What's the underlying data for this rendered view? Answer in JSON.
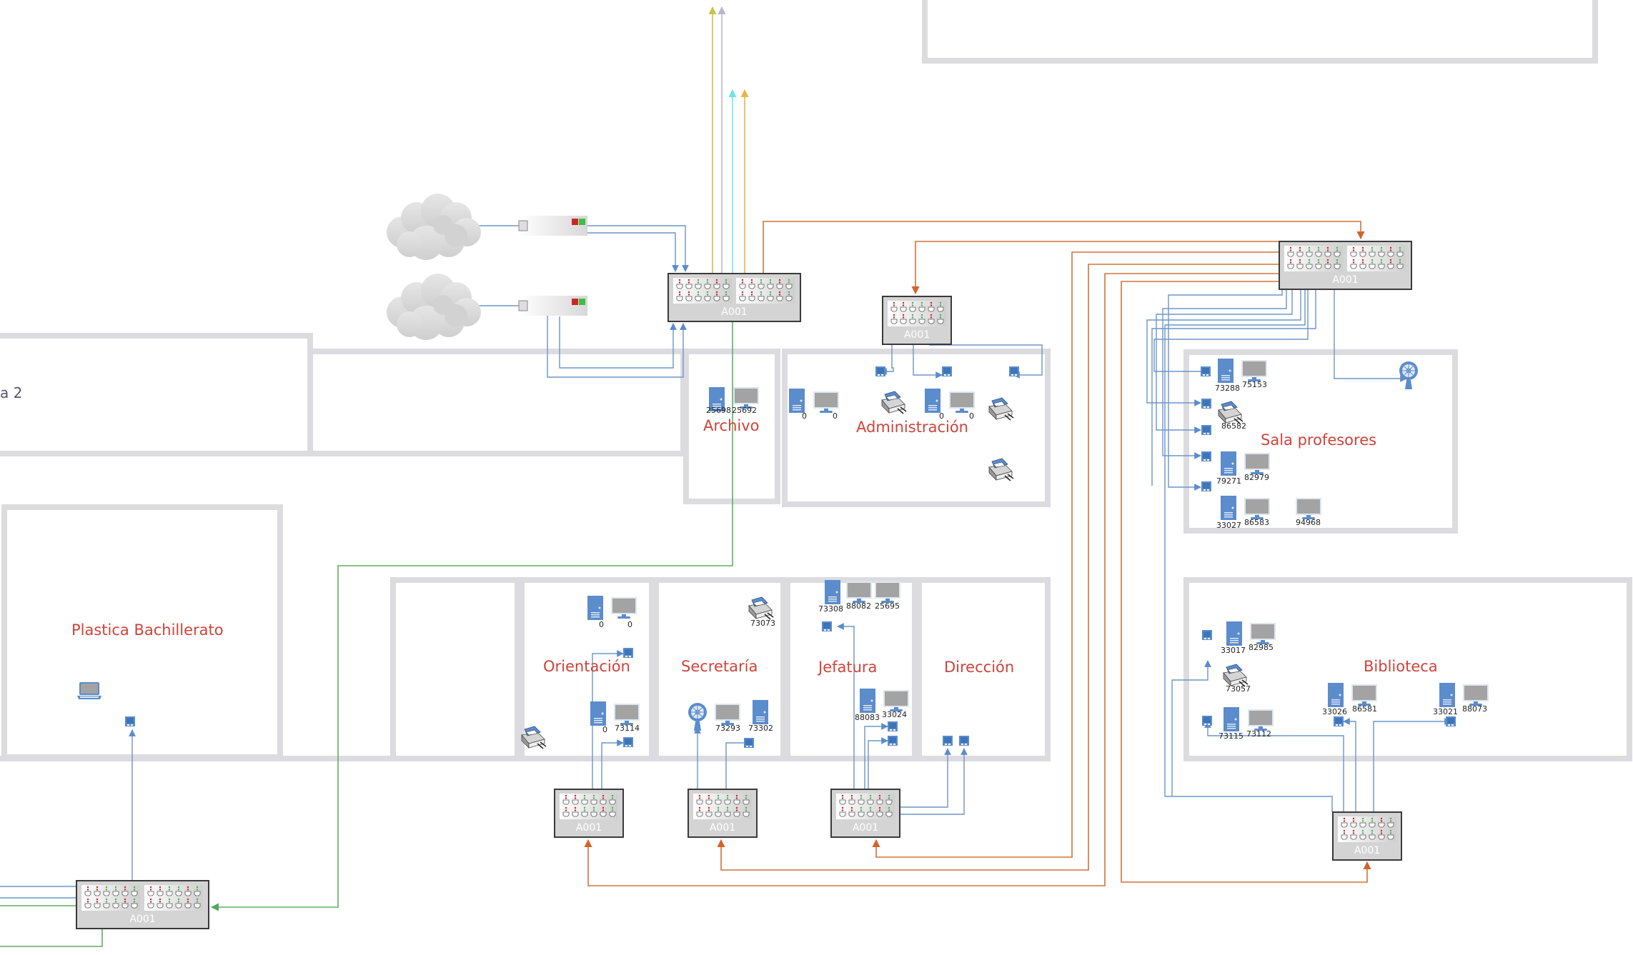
{
  "diagram": {
    "type": "network floor plan",
    "switch_label": "A001",
    "colors": {
      "wall": "#dcdce0",
      "room_label": "#d0433a",
      "lan_link": "#6d95c8",
      "trunk_link": "#d2723a",
      "uplink_green": "#5fae66",
      "uplink_yellow": "#c9c54a",
      "uplink_lavender": "#b9b6cc",
      "uplink_cyan": "#6fe3ee",
      "uplink_orange": "#e9b44a",
      "device_blue": "#5b8ccc",
      "monitor_screen": "#a3a3a3"
    }
  },
  "rooms": {
    "cut_label": "a 2",
    "archivo": "Archivo",
    "administracion": "Administración",
    "sala_profesores": "Sala profesores",
    "plastica": "Plastica Bachillerato",
    "orientacion": "Orientación",
    "secretaria": "Secretaría",
    "jefatura": "Jefatura",
    "direccion": "Dirección",
    "biblioteca": "Biblioteca"
  },
  "devices": {
    "archivo_pc": "25698",
    "archivo_monitor": "25692",
    "admin_pc1": "0",
    "admin_mon1": "0",
    "admin_pc2": "0",
    "admin_mon2": "0",
    "sala_pc1": "73288",
    "sala_mon1": "75153",
    "sala_printer": "86582",
    "sala_pc2": "79271",
    "sala_mon2": "82979",
    "sala_pc3": "33027",
    "sala_mon3": "86583",
    "sala_mon4": "94968",
    "orient_pc1": "0",
    "orient_mon1": "0",
    "orient_pc2": "0",
    "orient_mon2": "73114",
    "secre_printer": "73073",
    "secre_mon": "73293",
    "secre_pc": "73302",
    "jef_pc1": "73308",
    "jef_mon1": "88082",
    "jef_mon2": "25695",
    "jef_pc2": "88083",
    "jef_mon3": "33024",
    "bib_pc1": "33017",
    "bib_mon1": "82985",
    "bib_printer": "73057",
    "bib_pc2": "73115",
    "bib_mon2": "73112",
    "bib_pc3": "33026",
    "bib_mon3": "86581",
    "bib_pc4": "33021",
    "bib_mon4": "88073"
  }
}
